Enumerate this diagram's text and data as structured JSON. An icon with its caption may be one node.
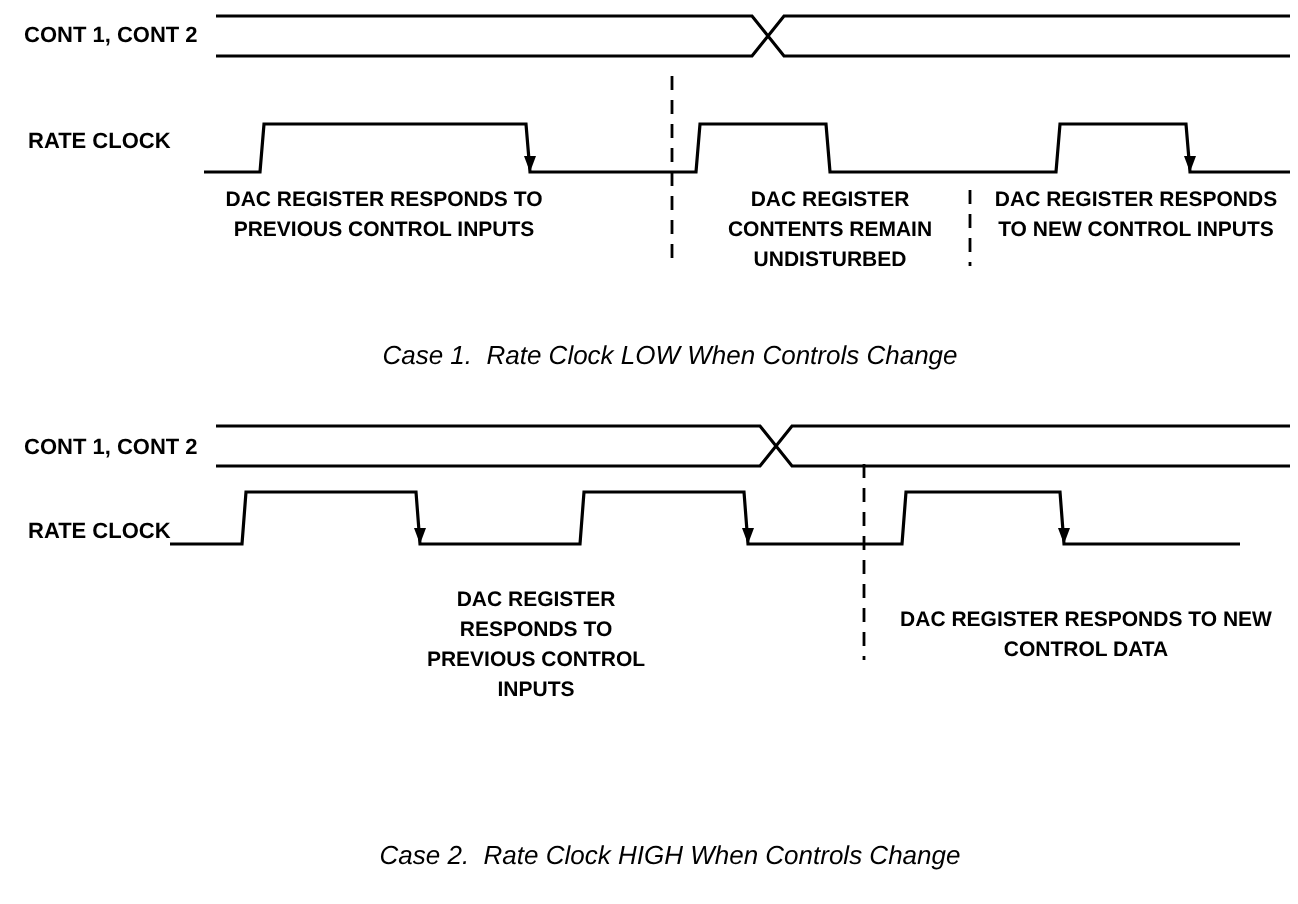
{
  "diagram": {
    "labels": [
      "CONT 1, CONT 2",
      "RATE CLOCK",
      "DAC REGISTER RESPONDS TO PREVIOUS CONTROL INPUTS",
      "DAC REGISTER CONTENTS REMAIN UNDISTURBED",
      "DAC REGISTER RESPONDS TO NEW CONTROL INPUTS",
      "Case 1.  Rate Clock LOW When Controls Change",
      "CONT 1, CONT 2",
      "RATE CLOCK",
      "DAC REGISTER RESPONDS TO PREVIOUS CONTROL INPUTS",
      "DAC REGISTER RESPONDS TO NEW CONTROL DATA",
      "Case 2.  Rate Clock HIGH When Controls Change"
    ]
  }
}
